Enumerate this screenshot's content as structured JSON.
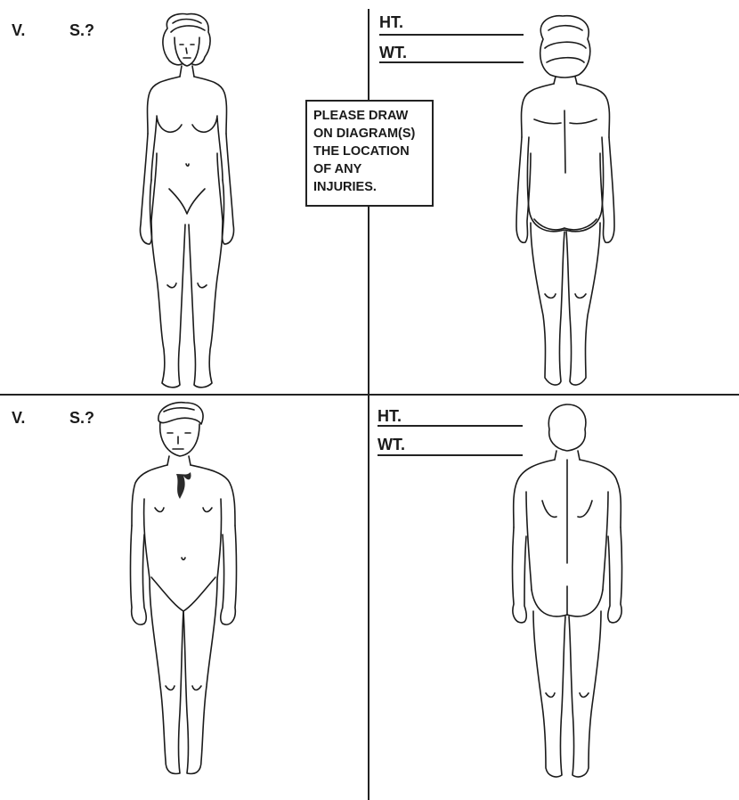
{
  "form": {
    "top": {
      "victim_label": "V.",
      "sex_label": "S.?",
      "height_label": "HT.",
      "weight_label": "WT."
    },
    "bottom": {
      "victim_label": "V.",
      "sex_label": "S.?",
      "height_label": "HT.",
      "weight_label": "WT."
    },
    "instruction": {
      "lines": [
        "PLEASE DRAW",
        "ON DIAGRAM(S)",
        "THE LOCATION",
        "OF ANY",
        "INJURIES."
      ]
    }
  },
  "colors": {
    "ink": "#1b1b1b",
    "paper": "#ffffff"
  },
  "icons": [
    "female-front-figure",
    "female-back-figure",
    "male-front-figure",
    "male-back-figure"
  ]
}
